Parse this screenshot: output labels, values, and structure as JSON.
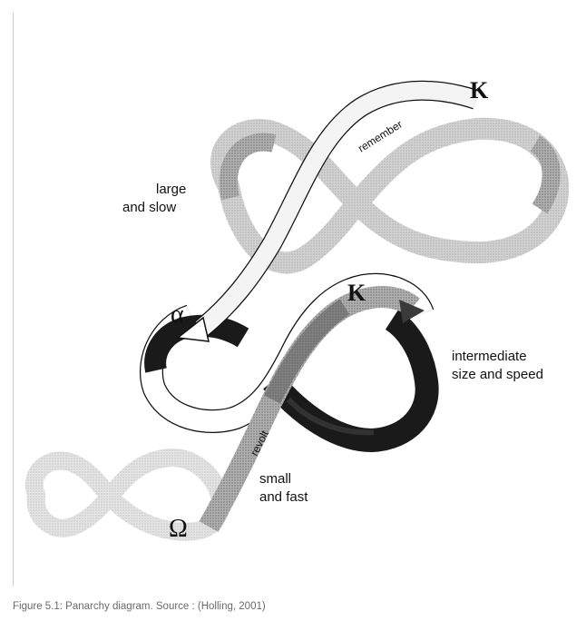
{
  "diagram": {
    "labels": {
      "large_slow_line1": "large",
      "large_slow_line2": "and  slow",
      "intermediate_line1": "intermediate",
      "intermediate_line2": "size and speed",
      "small_fast_line1": "small",
      "small_fast_line2": "and fast"
    },
    "phases": {
      "k_top": "K",
      "k_middle": "K",
      "alpha": "α",
      "omega": "Ω"
    },
    "connections": {
      "remember": "remember",
      "revolt": "revolt"
    },
    "colors": {
      "band_light": "#c8c8c8",
      "band_mid": "#a8a8a8",
      "band_dark": "#1a1a1a",
      "band_white": "#ffffff",
      "outline": "#111111"
    }
  },
  "caption": "Figure 5.1: Panarchy diagram. Source : (Holling, 2001)"
}
